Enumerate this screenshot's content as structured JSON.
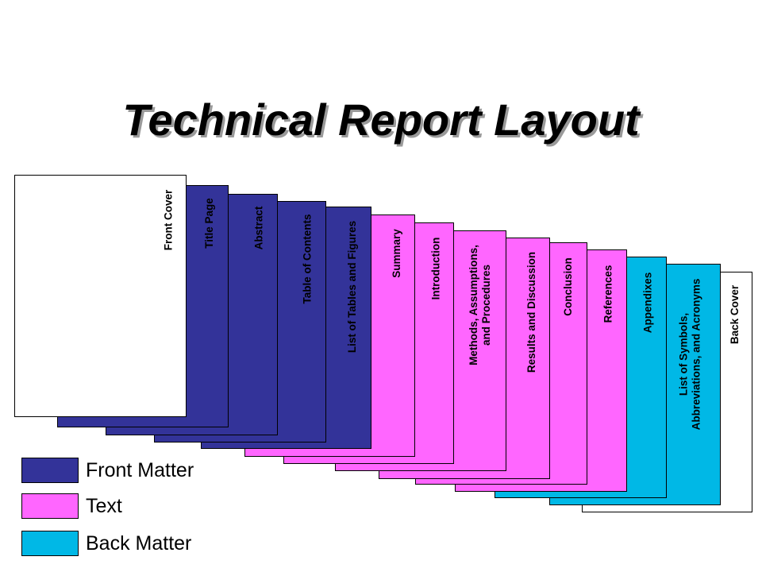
{
  "title": "Technical Report Layout",
  "colors": {
    "front_matter": "#333399",
    "text": "#ff66ff",
    "back_matter": "#00b8e6",
    "cover": "#ffffff"
  },
  "legend": [
    {
      "label": "Front Matter",
      "category": "front_matter"
    },
    {
      "label": "Text",
      "category": "text"
    },
    {
      "label": "Back Matter",
      "category": "back_matter"
    }
  ],
  "pages": [
    {
      "label": "Front Cover",
      "category": "cover"
    },
    {
      "label": "Title Page",
      "category": "front_matter"
    },
    {
      "label": "Abstract",
      "category": "front_matter"
    },
    {
      "label": "Table of Contents",
      "category": "front_matter"
    },
    {
      "label": "List of Tables and Figures",
      "category": "front_matter"
    },
    {
      "label": "Summary",
      "category": "text"
    },
    {
      "label": "Introduction",
      "category": "text"
    },
    {
      "label": "Methods, Assumptions,\nand Procedures",
      "category": "text"
    },
    {
      "label": "Results and Discussion",
      "category": "text"
    },
    {
      "label": "Conclusion",
      "category": "text"
    },
    {
      "label": "References",
      "category": "text"
    },
    {
      "label": "Appendixes",
      "category": "back_matter"
    },
    {
      "label": "List of Symbols,\nAbbreviations, and Acronyms",
      "category": "back_matter"
    },
    {
      "label": "Back Cover",
      "category": "cover"
    }
  ]
}
